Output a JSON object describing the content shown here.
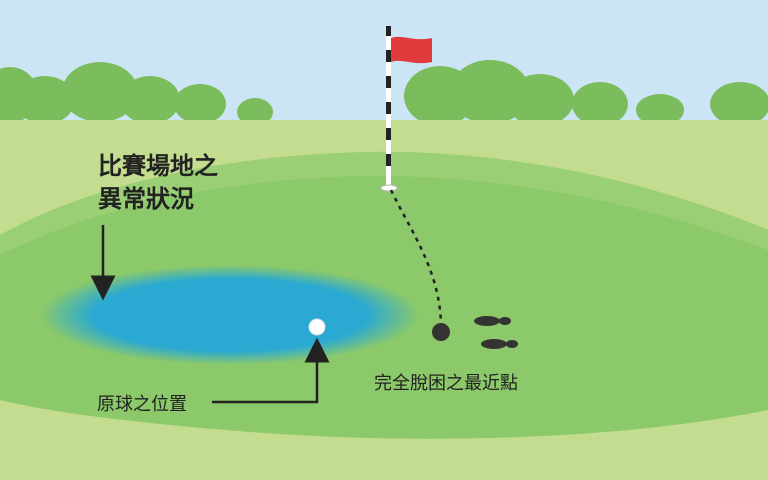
{
  "diagram": {
    "title_line1": "比賽場地之",
    "title_line2": "異常狀況",
    "ball_position_label": "原球之位置",
    "nearest_relief_label": "完全脫困之最近點"
  },
  "colors": {
    "sky": "#cce5f5",
    "far_grass": "#c3dc8f",
    "fairway": "#8cc96a",
    "green": "#9fd27a",
    "trees": "#7bbd5c",
    "water": "#2aa9d2",
    "flag": "#e03a3a",
    "text": "#222222"
  }
}
